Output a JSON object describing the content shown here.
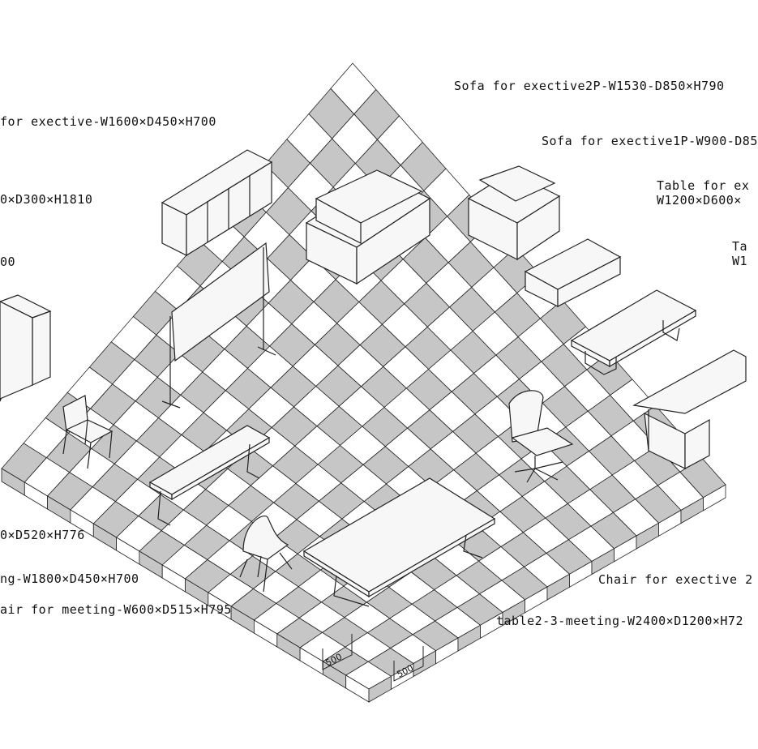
{
  "colors": {
    "grid_light": "#ffffff",
    "grid_dark": "#c6c6c6",
    "stroke": "#222222",
    "furniture": "#f7f7f7"
  },
  "labels": {
    "sofa2p": "Sofa for exective2P-W1530-D850×H790",
    "sofa1p": "Sofa for exective1P-W900-D85",
    "table_exec_1": "Table for ex",
    "table_exec_2": "W1200×D600×",
    "ta_1": "Ta",
    "ta_2": "W1",
    "cabinet_exec": "for exective-W1600×D450×H700",
    "shelf": "0×D300×H1810",
    "board": "00",
    "chair_d520": "0×D520×H776",
    "table_meeting": "ng-W1800×D450×H700",
    "chair_meeting": "air for meeting-W600×D515×H795",
    "chair_exec": "Chair for exective 2",
    "table_big": "table2-3-meeting-W2400×D1200×H72"
  },
  "dimensions": {
    "cell_left": "500",
    "cell_right": "500"
  },
  "icons": [
    "cabinet-icon",
    "sofa-2p-icon",
    "sofa-1p-icon",
    "low-table-icon",
    "exec-table-icon",
    "exec-desk-icon",
    "whiteboard-icon",
    "shelf-icon",
    "meeting-chair-icon",
    "meeting-table-icon",
    "shell-chair-icon",
    "office-chair-icon",
    "big-table-icon"
  ]
}
